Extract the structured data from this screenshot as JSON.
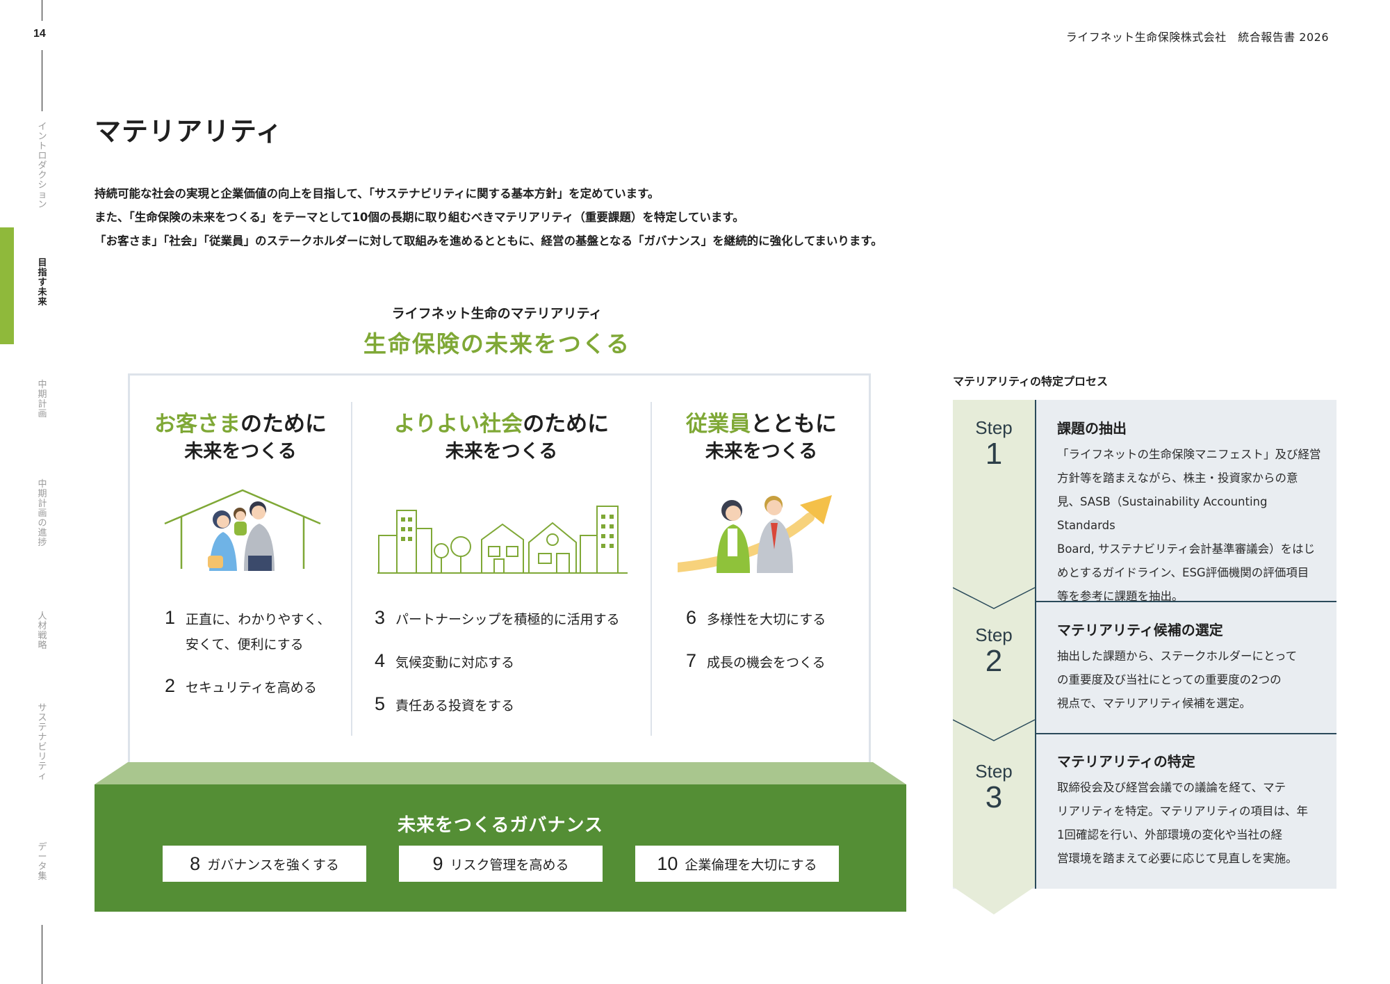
{
  "header": {
    "page_number": "14",
    "publication": "ライフネット生命保険株式会社　統合報告書 2026"
  },
  "side_index": [
    {
      "label": "イントロダクション",
      "active": false
    },
    {
      "label": "目指す未来",
      "active": true
    },
    {
      "label": "中期計画",
      "active": false
    },
    {
      "label": "中期計画の進捗",
      "active": false
    },
    {
      "label": "人材戦略",
      "active": false
    },
    {
      "label": "サステナビリティ",
      "active": false
    },
    {
      "label": "データ集",
      "active": false
    }
  ],
  "title": "マテリアリティ",
  "intro": [
    "持続可能な社会の実現と企業価値の向上を目指して、「サステナビリティに関する基本方針」を定めています。",
    "また、「生命保険の未来をつくる」をテーマとして10個の長期に取り組むべきマテリアリティ（重要課題）を特定しています。",
    "「お客さま」「社会」「従業員」のステークホルダーに対して取組みを進めるとともに、経営の基盤となる「ガバナンス」を継続的に強化してまいります。"
  ],
  "materiality": {
    "kicker": "ライフネット生命のマテリアリティ",
    "tagline": "生命保険の未来をつくる",
    "pillars": [
      {
        "heading_highlight": "お客さま",
        "heading_rest": "のために",
        "heading_line2": "未来をつくる",
        "illustration": "family-house-illustration",
        "items": [
          {
            "num": "1",
            "text_l1": "正直に、わかりやすく、",
            "text_l2": "安くて、便利にする"
          },
          {
            "num": "2",
            "text_l1": "セキュリティを高める",
            "text_l2": ""
          }
        ]
      },
      {
        "heading_highlight": "よりよい社会",
        "heading_rest": "のために",
        "heading_line2": "未来をつくる",
        "illustration": "city-skyline-illustration",
        "items": [
          {
            "num": "3",
            "text_l1": "パートナーシップを積極的に活用する",
            "text_l2": ""
          },
          {
            "num": "4",
            "text_l1": "気候変動に対応する",
            "text_l2": ""
          },
          {
            "num": "5",
            "text_l1": "責任ある投資をする",
            "text_l2": ""
          }
        ]
      },
      {
        "heading_highlight": "従業員",
        "heading_rest": "とともに",
        "heading_line2": "未来をつくる",
        "illustration": "employees-growth-illustration",
        "items": [
          {
            "num": "6",
            "text_l1": "多様性を大切にする",
            "text_l2": ""
          },
          {
            "num": "7",
            "text_l1": "成長の機会をつくる",
            "text_l2": ""
          }
        ]
      }
    ],
    "governance": {
      "title": "未来をつくるガバナンス",
      "items": [
        {
          "num": "8",
          "text": "ガバナンスを強くする"
        },
        {
          "num": "9",
          "text": "リスク管理を高める"
        },
        {
          "num": "10",
          "text": "企業倫理を大切にする"
        }
      ]
    }
  },
  "process": {
    "label": "マテリアリティの特定プロセス",
    "steps": [
      {
        "word": "Step",
        "num": "1",
        "title": "課題の抽出",
        "lines": [
          "「ライフネットの生命保険マニフェスト」及び経営",
          "方針等を踏まえながら、株主・投資家からの意",
          "見、SASB（Sustainability Accounting Standards",
          "Board, サステナビリティ会計基準審議会）をはじ",
          "めとするガイドライン、ESG評価機関の評価項目",
          "等を参考に課題を抽出。"
        ]
      },
      {
        "word": "Step",
        "num": "2",
        "title": "マテリアリティ候補の選定",
        "lines": [
          "抽出した課題から、ステークホルダーにとって",
          "の重要度及び当社にとっての重要度の2つの",
          "視点で、マテリアリティ候補を選定。"
        ]
      },
      {
        "word": "Step",
        "num": "3",
        "title": "マテリアリティの特定",
        "lines": [
          "取締役会及び経営会議での議論を経て、マテ",
          "リアリティを特定。マテリアリティの項目は、年",
          "1回確認を行い、外部環境の変化や当社の経",
          "営環境を踏まえて必要に応じて見直しを実施。"
        ]
      }
    ]
  },
  "colors": {
    "accent_green": "#7fa836",
    "governance_green": "#548e35",
    "governance_top": "#a9c68e",
    "step_column": "#e6ecd9",
    "process_bg": "#e9edf1",
    "rail_active": "#8fb93b"
  }
}
